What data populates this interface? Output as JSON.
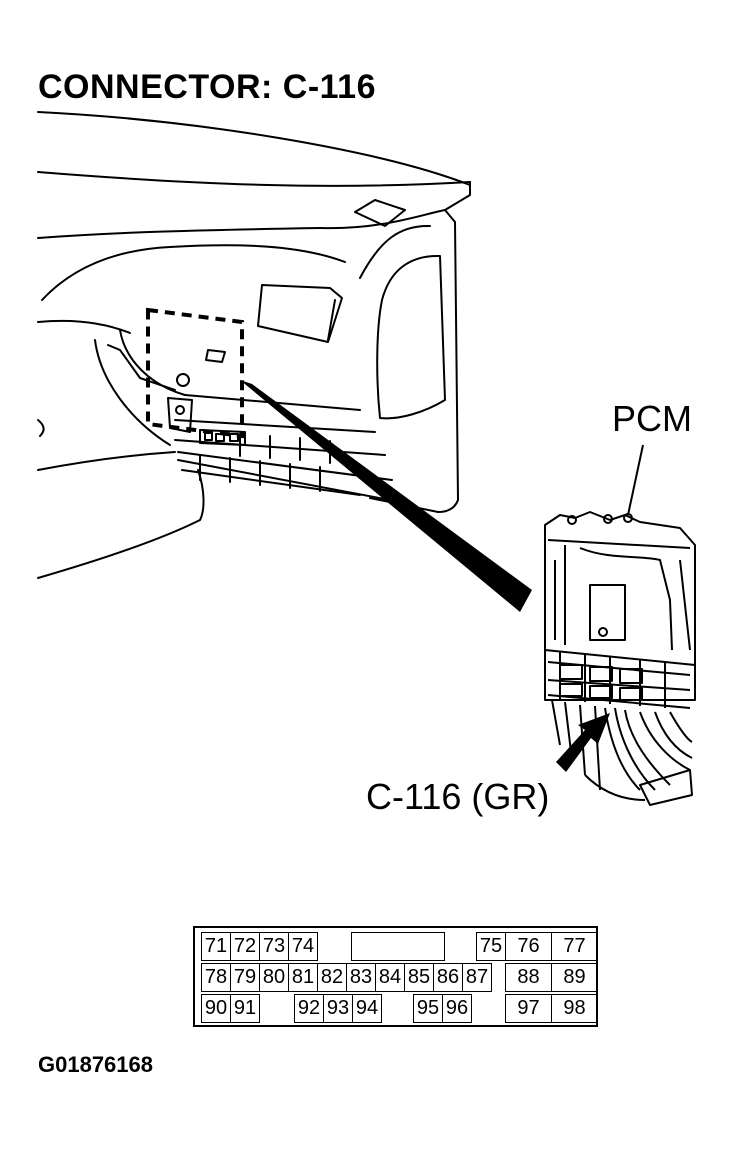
{
  "title": "CONNECTOR: C-116",
  "labels": {
    "pcm": "PCM",
    "connector": "C-116 (GR)"
  },
  "figure_id": "G01876168",
  "pinout": {
    "row1": [
      "71",
      "72",
      "73",
      "74",
      "75",
      "76",
      "77"
    ],
    "row2": [
      "78",
      "79",
      "80",
      "81",
      "82",
      "83",
      "84",
      "85",
      "86",
      "87",
      "88",
      "89"
    ],
    "row3": [
      "90",
      "91",
      "92",
      "93",
      "94",
      "95",
      "96",
      "97",
      "98"
    ]
  }
}
